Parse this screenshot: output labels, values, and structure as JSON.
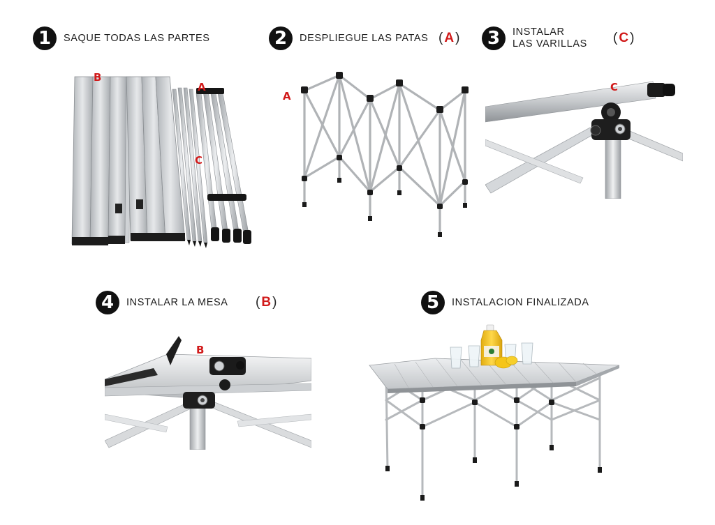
{
  "steps": [
    {
      "number": "1",
      "title": [
        "SAQUE TODAS LAS PARTES"
      ],
      "code": ""
    },
    {
      "number": "2",
      "title": [
        "DESPLIEGUE LAS PATAS"
      ],
      "code": "A"
    },
    {
      "number": "3",
      "title": [
        "INSTALAR",
        "LAS VARILLAS"
      ],
      "code": "C"
    },
    {
      "number": "4",
      "title": [
        "INSTALAR LA MESA"
      ],
      "code": "B"
    },
    {
      "number": "5",
      "title": [
        "INSTALACION FINALIZADA"
      ],
      "code": ""
    }
  ],
  "code_brackets": {
    "open": "(",
    "close": ")"
  },
  "markers": {
    "parts_b": "B",
    "parts_a": "A",
    "parts_c": "C",
    "legs_a": "A",
    "rods_c": "C",
    "table_b": "B"
  },
  "colors": {
    "badge": "#111111",
    "marker_red": "#d11a1a",
    "aluminum": "#c9cccf",
    "frame_gray": "#b5b8bb",
    "connector_black": "#1a1a1a",
    "bottle_yellow": "#f2c21b"
  }
}
